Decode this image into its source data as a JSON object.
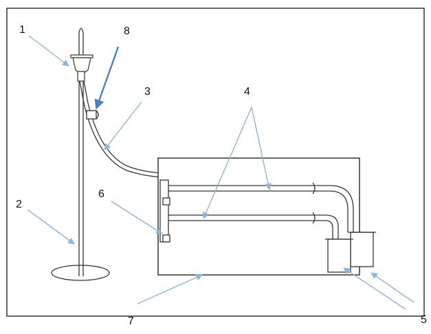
{
  "labels": {
    "l1": "1",
    "l2": "2",
    "l3": "3",
    "l4": "4",
    "l5": "5",
    "l6": "6",
    "l7": "7",
    "l8": "8"
  },
  "colors": {
    "line": "#333333",
    "arrow": "#8fb3d9",
    "arrow_bold": "#4f7fbf",
    "text": "#111111"
  }
}
